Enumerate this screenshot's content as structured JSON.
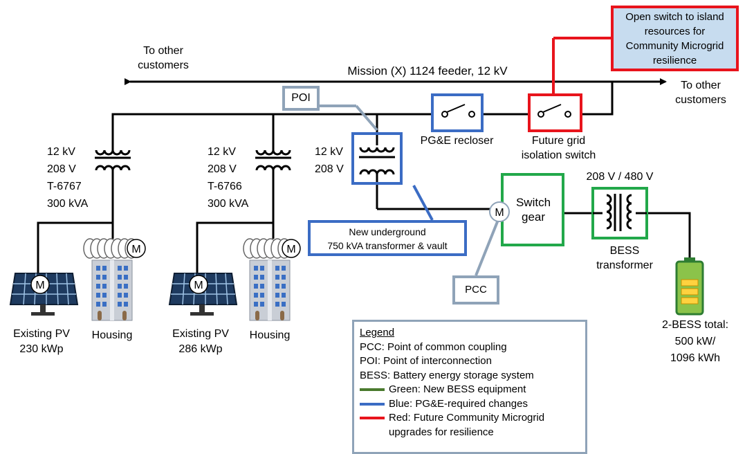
{
  "colors": {
    "green": "#22a84a",
    "blue": "#3b6cc4",
    "red": "#e8141c",
    "gray_blue": "#8fa3b8",
    "note_fill": "#c7dcef",
    "battery_fill": "#8bc34a",
    "battery_cell": "#ffd23f"
  },
  "feeder": {
    "label": "Mission (X) 1124 feeder, 12 kV",
    "left_customers": "To other\ncustomers",
    "right_customers": "To other\ncustomers"
  },
  "callouts": {
    "poi": "POI",
    "pcc": "PCC",
    "new_transformer": "New underground\n750 kVA transformer & vault",
    "island_note": "Open switch to island\nresources for\nCommunity Microgrid\nresilience"
  },
  "switches": {
    "recloser_label": "PG&E recloser",
    "isolation_label": "Future grid\nisolation switch"
  },
  "transformers": {
    "t6767": "12 kV\n208 V\nT-6767\n300 kVA",
    "t6766": "12 kV\n208 V\nT-6766\n300 kVA",
    "new_xfmr": "12 kV\n208 V",
    "bess_xfmr_rating": "208 V / 480 V",
    "bess_xfmr_label": "BESS\ntransformer"
  },
  "switchgear": {
    "label": "Switch\ngear"
  },
  "loads": {
    "pv1": "Existing PV\n230 kWp",
    "housing1": "Housing",
    "pv2": "Existing PV\n286 kWp",
    "housing2": "Housing"
  },
  "meter_symbol": "M",
  "bess": {
    "label": "2-BESS total:\n500 kW/\n1096 kWh"
  },
  "legend": {
    "title": "Legend",
    "pcc": "PCC:  Point of common coupling",
    "poi": "POI:   Point of interconnection",
    "bess": "BESS: Battery energy storage system",
    "green": "Green: New BESS equipment",
    "blue": "Blue: PG&E-required changes",
    "red": "Red: Future Community Microgrid",
    "red_cont": "upgrades for resilience"
  }
}
